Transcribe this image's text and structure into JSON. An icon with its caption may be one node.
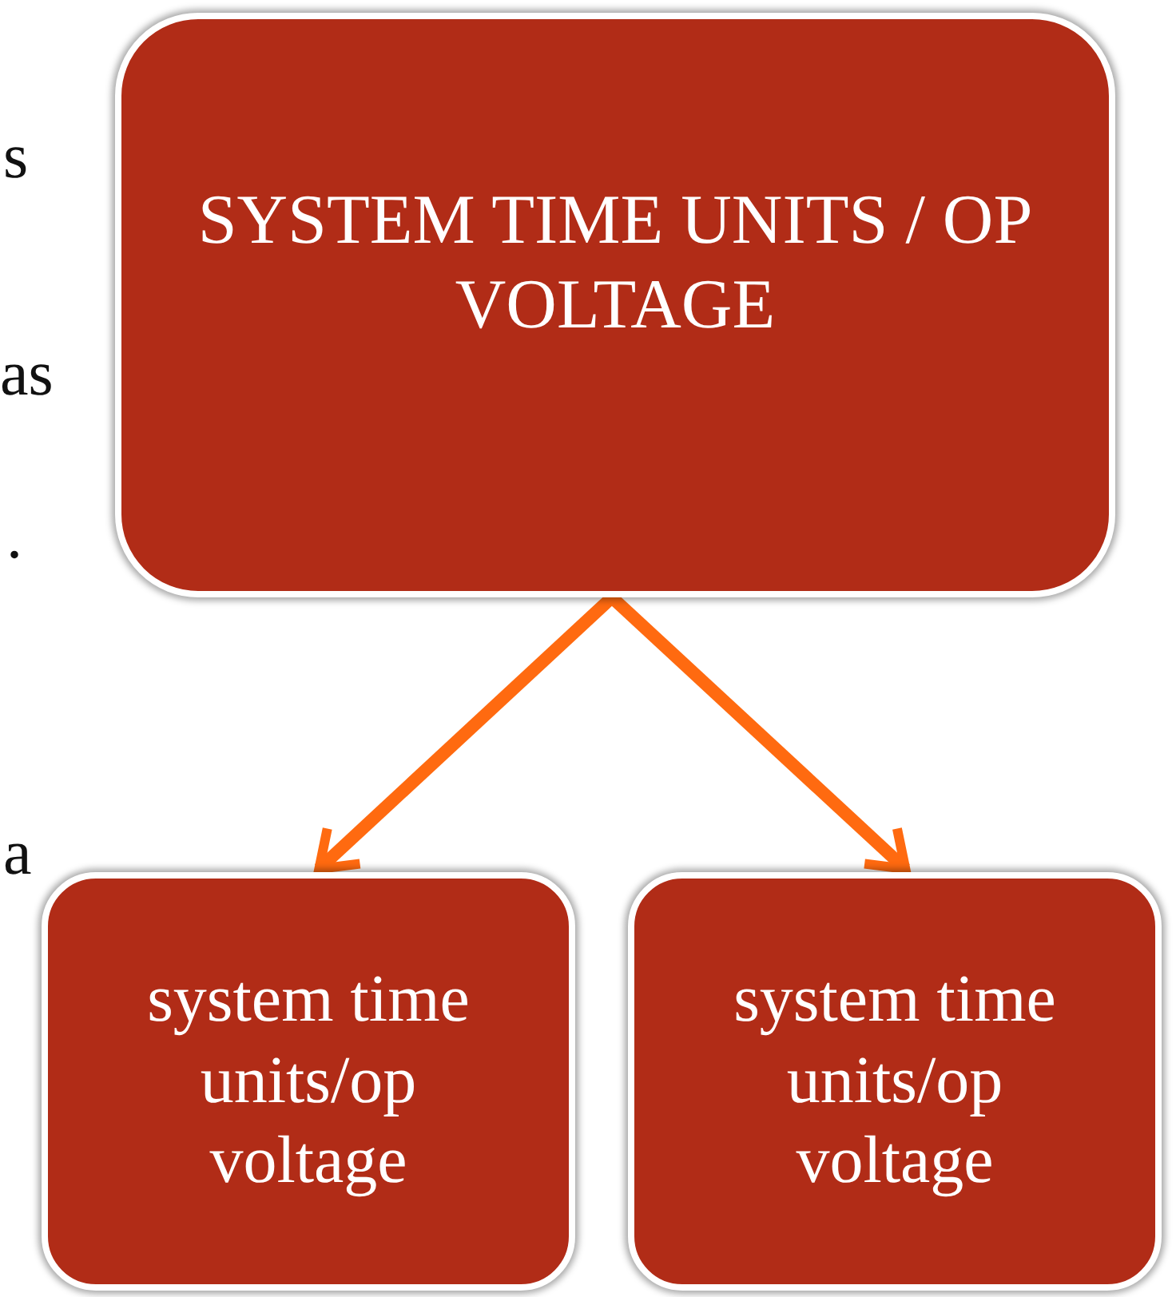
{
  "diagram": {
    "nodes": [
      {
        "text": [
          "SYSTEM TIME UNITS / OP VOLTAGE"
        ]
      },
      {
        "text": [
          "system time units/op voltage"
        ]
      },
      {
        "text": [
          "system time units/op voltage"
        ]
      }
    ],
    "edges": [
      {
        "from": 0,
        "to": 1,
        "arrow": "to"
      },
      {
        "from": 0,
        "to": 2,
        "arrow": "to"
      }
    ],
    "labels": [
      "s",
      "as",
      ".",
      "a"
    ]
  }
}
